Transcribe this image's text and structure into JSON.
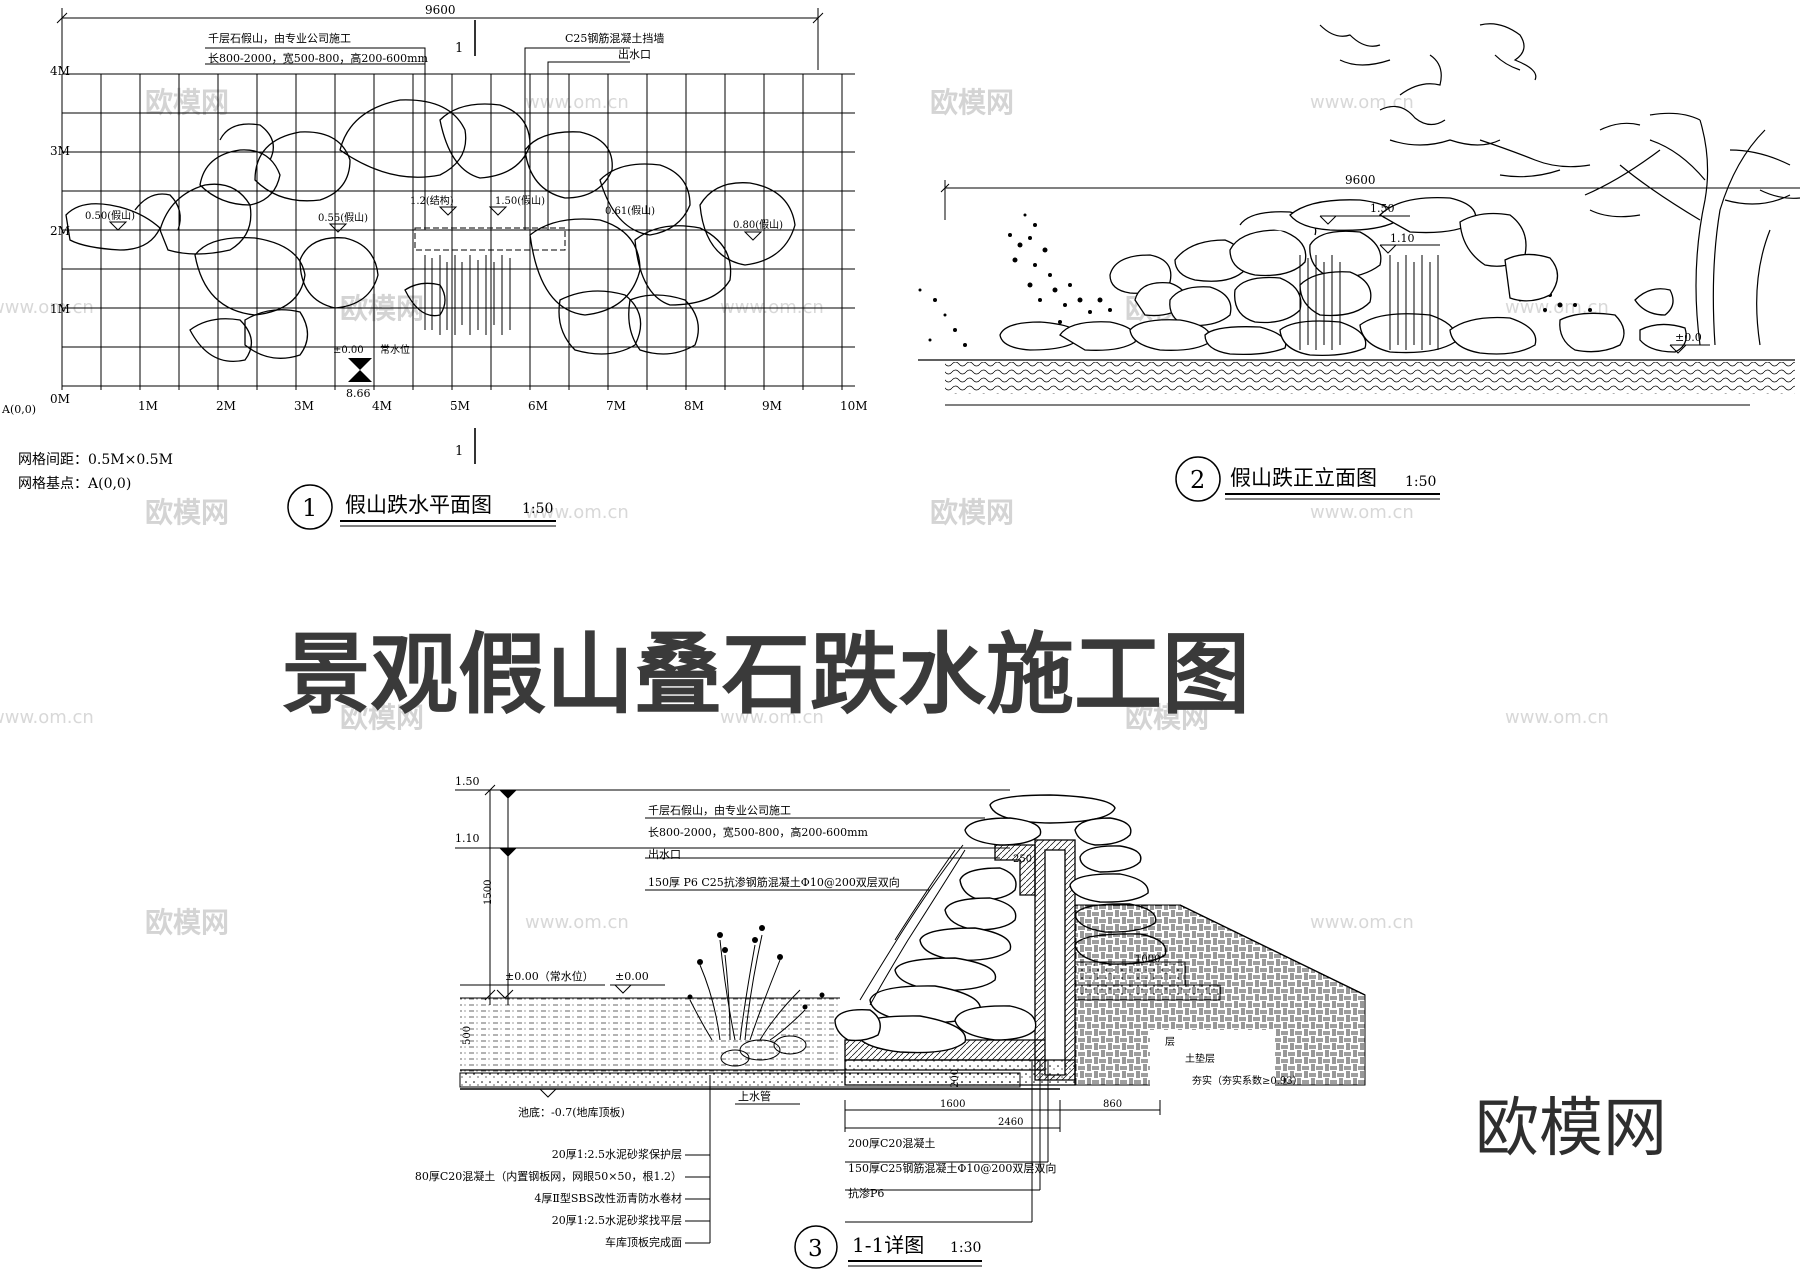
{
  "sheet_title": "景观假山叠石跌水施工图",
  "brand": "欧模网",
  "watermark": {
    "text": "欧模网",
    "url": "www.om.cn"
  },
  "plan": {
    "label_num": "1",
    "title": "假山跌水平面图",
    "scale": "1:50",
    "overall_dim": "9600",
    "notes": [
      "千层石假山，由专业公司施工",
      "长800-2000，宽500-800，高200-600mm"
    ],
    "wall_note": "C25钢筋混凝土挡墙",
    "outlet_note": "出水口",
    "section_mark": "1",
    "y_ticks": [
      "4M",
      "3M",
      "2M",
      "1M",
      "0M"
    ],
    "x_ticks": [
      "1M",
      "2M",
      "3M",
      "4M",
      "5M",
      "6M",
      "7M",
      "8M",
      "9M",
      "10M"
    ],
    "origin": "A(0,0)",
    "elevations": [
      "0.50(假山)",
      "0.55(假山)",
      "1.2(结构)",
      "1.50(假山)",
      "0.61(假山)",
      "0.80(假山)",
      "±0.00",
      "常水位"
    ],
    "pump_value": "8.66",
    "grid_spacing": "网格间距：0.5M×0.5M",
    "grid_origin": "网格基点：A(0,0)"
  },
  "elevation": {
    "label_num": "2",
    "title": "假山跌正立面图",
    "scale": "1:50",
    "overall_dim": "9600",
    "levels": [
      "1.50",
      "1.10",
      "±0.0"
    ]
  },
  "section": {
    "label_num": "3",
    "title": "1-1详图",
    "scale": "1:30",
    "levels": [
      "1.50",
      "1.10",
      "±0.00（常水位）",
      "±0.00"
    ],
    "rock_notes": [
      "千层石假山，由专业公司施工",
      "长800-2000，宽500-800，高200-600mm",
      "出水口",
      "150厚 P6 C25抗渗钢筋混凝土Φ10@200双层双向"
    ],
    "dims": [
      "1500",
      "500",
      "250",
      "1000",
      "1600",
      "2460",
      "860",
      "200"
    ],
    "pool_bottom": "池底：-0.7(地库顶板)",
    "pipe": "上水管",
    "layers": [
      "20厚1:2.5水泥砂浆保护层",
      "80厚C20混凝土（内置钢板网，网眼50×50，根1.2）",
      "4厚Ⅱ型SBS改性沥青防水卷材",
      "20厚1:2.5水泥砂浆找平层",
      "车库顶板完成面"
    ],
    "base_notes": [
      "200厚C20混凝土",
      "150厚C25钢筋混凝土Φ10@200双层双向",
      "抗渗P6"
    ],
    "soil_notes": [
      "层",
      "土垫层",
      "夯实（夯实系数≥0.93）"
    ]
  }
}
